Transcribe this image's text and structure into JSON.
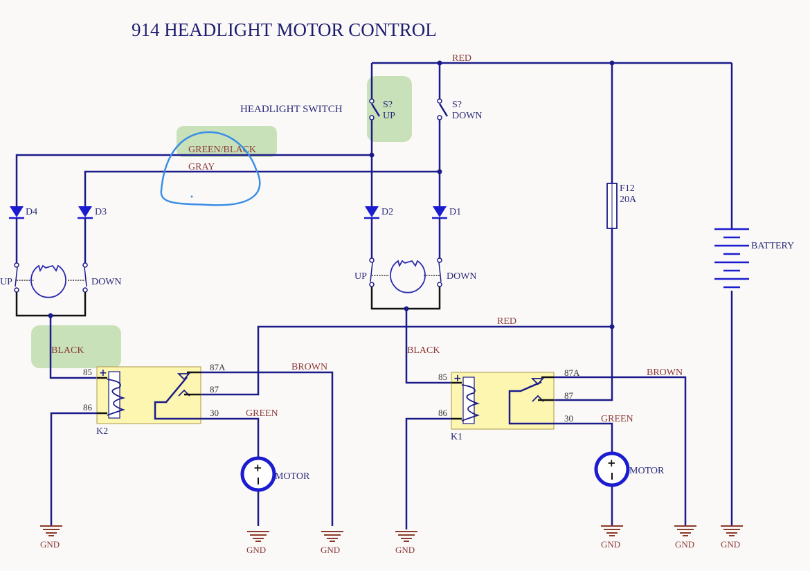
{
  "title": "914 HEADLIGHT MOTOR CONTROL",
  "headlight_switch": {
    "label": "HEADLIGHT SWITCH",
    "up_ref": "S?",
    "up_label": "UP",
    "down_ref": "S?",
    "down_label": "DOWN"
  },
  "wires": {
    "red_top": "RED",
    "red_mid": "RED",
    "green_black": "GREEN/BLACK",
    "gray": "GRAY",
    "black_left": "BLACK",
    "black_right": "BLACK",
    "brown_left": "BROWN",
    "brown_right": "BROWN",
    "green_left": "GREEN",
    "green_right": "GREEN"
  },
  "diodes": [
    "D4",
    "D3",
    "D2",
    "D1"
  ],
  "motor_switches": {
    "left_up": "UP",
    "left_down": "DOWN",
    "right_up": "UP",
    "right_down": "DOWN"
  },
  "fuse": {
    "ref": "F12",
    "rating": "20A"
  },
  "battery": "BATTERY",
  "relays": {
    "k2": {
      "ref": "K2",
      "pins": {
        "p85": "85",
        "p86": "86",
        "p87a": "87A",
        "p87": "87",
        "p30": "30"
      }
    },
    "k1": {
      "ref": "K1",
      "pins": {
        "p85": "85",
        "p86": "86",
        "p87a": "87A",
        "p87": "87",
        "p30": "30"
      }
    }
  },
  "motors": {
    "left": "MOTOR",
    "right": "MOTOR"
  },
  "grounds": [
    "GND",
    "GND",
    "GND",
    "GND",
    "GND",
    "GND",
    "GND"
  ],
  "colors": {
    "wire": "#1b1b8a",
    "relay_fill": "#fcf6b0",
    "highlight": "#a8d08d",
    "annotation": "#3a8ee6"
  }
}
